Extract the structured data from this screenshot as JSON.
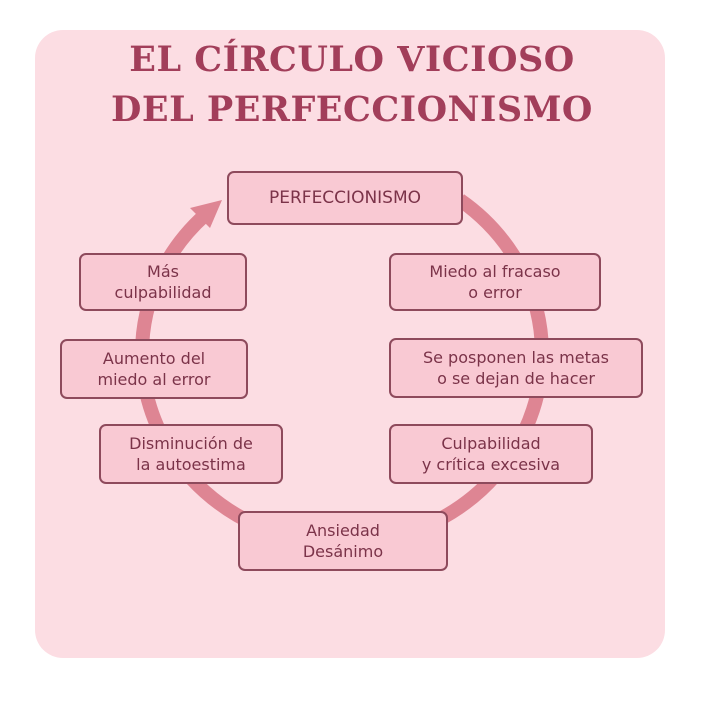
{
  "title": {
    "line1": "EL CÍRCULO VICIOSO",
    "line2": "DEL PERFECCIONISMO"
  },
  "colors": {
    "card": "#fcdde3",
    "box": "#f9c9d3",
    "border": "#8e4a5c",
    "text": "#7b3349",
    "title": "#a23e5a",
    "ring": "#de8593"
  },
  "nodes": [
    {
      "l1": "PERFECCIONISMO",
      "l2": ""
    },
    {
      "l1": "Miedo al fracaso",
      "l2": "o error"
    },
    {
      "l1": "Se posponen las metas",
      "l2": "o se dejan de hacer"
    },
    {
      "l1": "Culpabilidad",
      "l2": "y crítica excesiva"
    },
    {
      "l1": "Ansiedad",
      "l2": "Desánimo"
    },
    {
      "l1": "Disminución de",
      "l2": "la autoestima"
    },
    {
      "l1": "Aumento del",
      "l2": "miedo al error"
    },
    {
      "l1": "Más",
      "l2": "culpabilidad"
    }
  ]
}
